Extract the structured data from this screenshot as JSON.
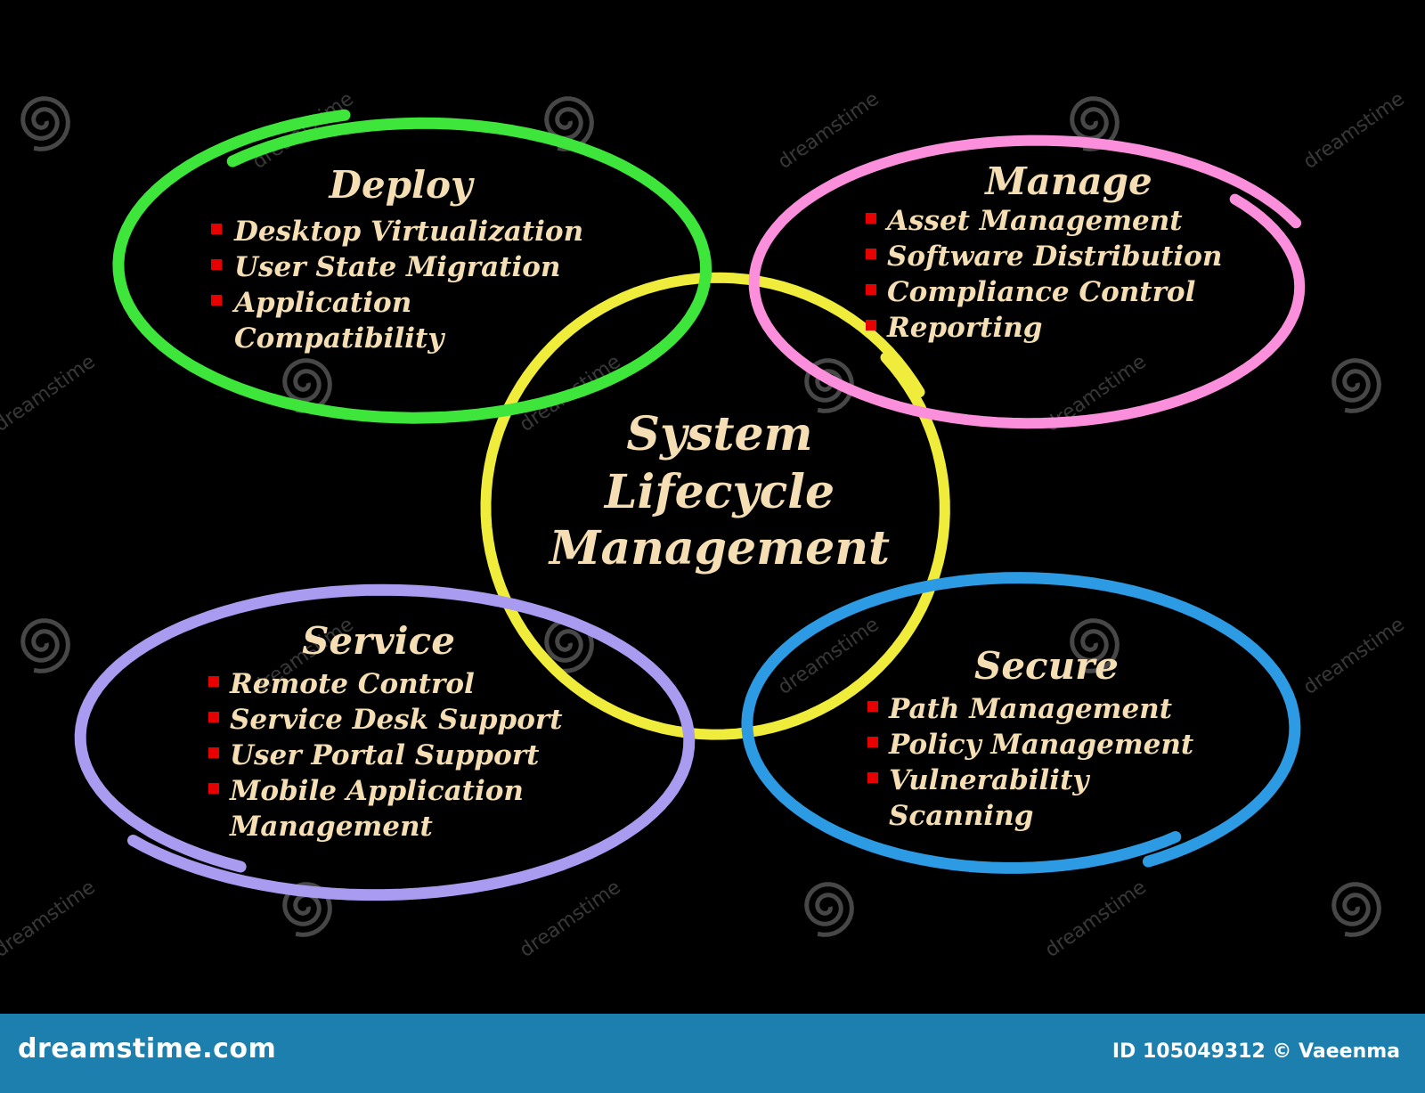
{
  "center": {
    "lines": [
      "System",
      "Lifecycle",
      "Management"
    ],
    "color": "#f0ec3c"
  },
  "groups": [
    {
      "id": "deploy",
      "title": "Deploy",
      "color": "#3ee53a",
      "items": [
        {
          "lines": [
            "Desktop Virtualization"
          ]
        },
        {
          "lines": [
            "User State Migration"
          ]
        },
        {
          "lines": [
            "Application",
            "Compatibility"
          ]
        }
      ]
    },
    {
      "id": "manage",
      "title": "Manage",
      "color": "#fb8fdc",
      "items": [
        {
          "lines": [
            "Asset Management"
          ]
        },
        {
          "lines": [
            "Software Distribution"
          ]
        },
        {
          "lines": [
            "Compliance Control"
          ]
        },
        {
          "lines": [
            "Reporting"
          ]
        }
      ]
    },
    {
      "id": "service",
      "title": "Service",
      "color": "#a89bf0",
      "items": [
        {
          "lines": [
            "Remote Control"
          ]
        },
        {
          "lines": [
            "Service Desk Support"
          ]
        },
        {
          "lines": [
            "User Portal Support"
          ]
        },
        {
          "lines": [
            "Mobile Application",
            "Management"
          ]
        }
      ]
    },
    {
      "id": "secure",
      "title": "Secure",
      "color": "#2c9be4",
      "items": [
        {
          "lines": [
            "Path Management"
          ]
        },
        {
          "lines": [
            "Policy Management"
          ]
        },
        {
          "lines": [
            "Vulnerability",
            "Scanning"
          ]
        }
      ]
    }
  ],
  "watermark": {
    "text": "dreamstime"
  },
  "footer": {
    "brand": "dreamstime.com",
    "credit": "ID 105049312 © Vaeenma",
    "background": "#1d7fae"
  },
  "colors": {
    "text": "#f5deb3",
    "bullet": "#e60000",
    "background": "#000000"
  }
}
